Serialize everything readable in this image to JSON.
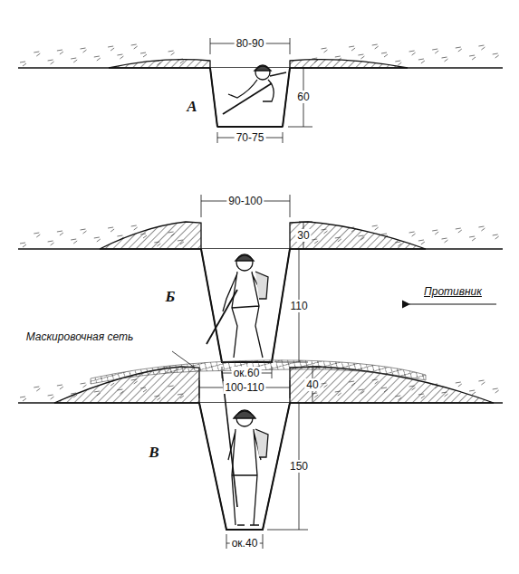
{
  "diagram": {
    "labels": [
      "80-90",
      "А",
      "60",
      "70-75",
      "90-100",
      "30",
      "Б",
      "110",
      "ок.60",
      "Противник",
      "Маскировочная сеть",
      "100-110",
      "40",
      "В",
      "150",
      "ок.40"
    ]
  }
}
